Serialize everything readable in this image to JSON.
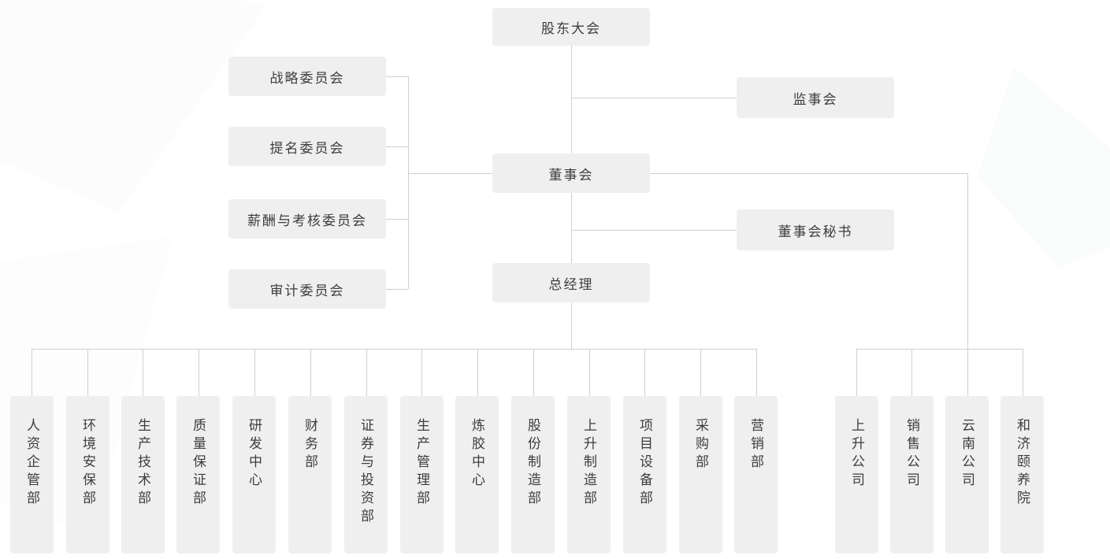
{
  "nodes": {
    "shareholders_meeting": "股东大会",
    "strategy_committee": "战略委员会",
    "nomination_committee": "提名委员会",
    "remuneration_committee": "薪酬与考核委员会",
    "audit_committee": "审计委员会",
    "supervisory_board": "监事会",
    "board_of_directors": "董事会",
    "board_secretary": "董事会秘书",
    "general_manager": "总经理",
    "departments": [
      "人资企管部",
      "环境安保部",
      "生产技术部",
      "质量保证部",
      "研发中心",
      "财务部",
      "证券与投资部",
      "生产管理部",
      "炼胶中心",
      "股份制造部",
      "上升制造部",
      "项目设备部",
      "采购部",
      "营销部"
    ],
    "subsidiaries": [
      "上升公司",
      "销售公司",
      "云南公司",
      "和济颐养院"
    ]
  },
  "hierarchy": {
    "shareholders_meeting": [
      "board_of_directors",
      "supervisory_board"
    ],
    "board_of_directors": [
      "general_manager",
      "board_secretary",
      "strategy_committee",
      "nomination_committee",
      "remuneration_committee",
      "audit_committee",
      "subsidiaries"
    ],
    "general_manager": [
      "departments"
    ]
  },
  "colors": {
    "node_bg": "#efefef",
    "node_text": "#3d3d3d",
    "line": "#cfcfcf",
    "background": "#ffffff"
  }
}
